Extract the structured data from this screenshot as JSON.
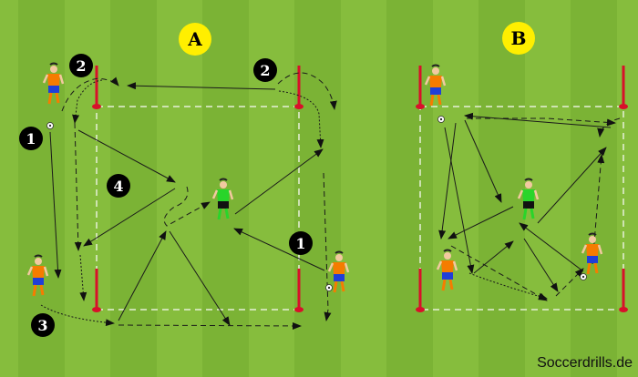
{
  "colors": {
    "grass_light": "#86bd3d",
    "grass_dark": "#7bb335",
    "pole": "#d8102a",
    "badge": "#ffef00",
    "shirt_orange": "#f57c00",
    "shorts_blue": "#1f3fd8",
    "shirt_green": "#29d52a"
  },
  "drills": [
    {
      "label": "A",
      "steps": [
        {
          "n": "2"
        },
        {
          "n": "2"
        },
        {
          "n": "1"
        },
        {
          "n": "4"
        },
        {
          "n": "1"
        },
        {
          "n": "3"
        }
      ]
    },
    {
      "label": "B"
    }
  ],
  "watermark": "Soccerdrills.de"
}
